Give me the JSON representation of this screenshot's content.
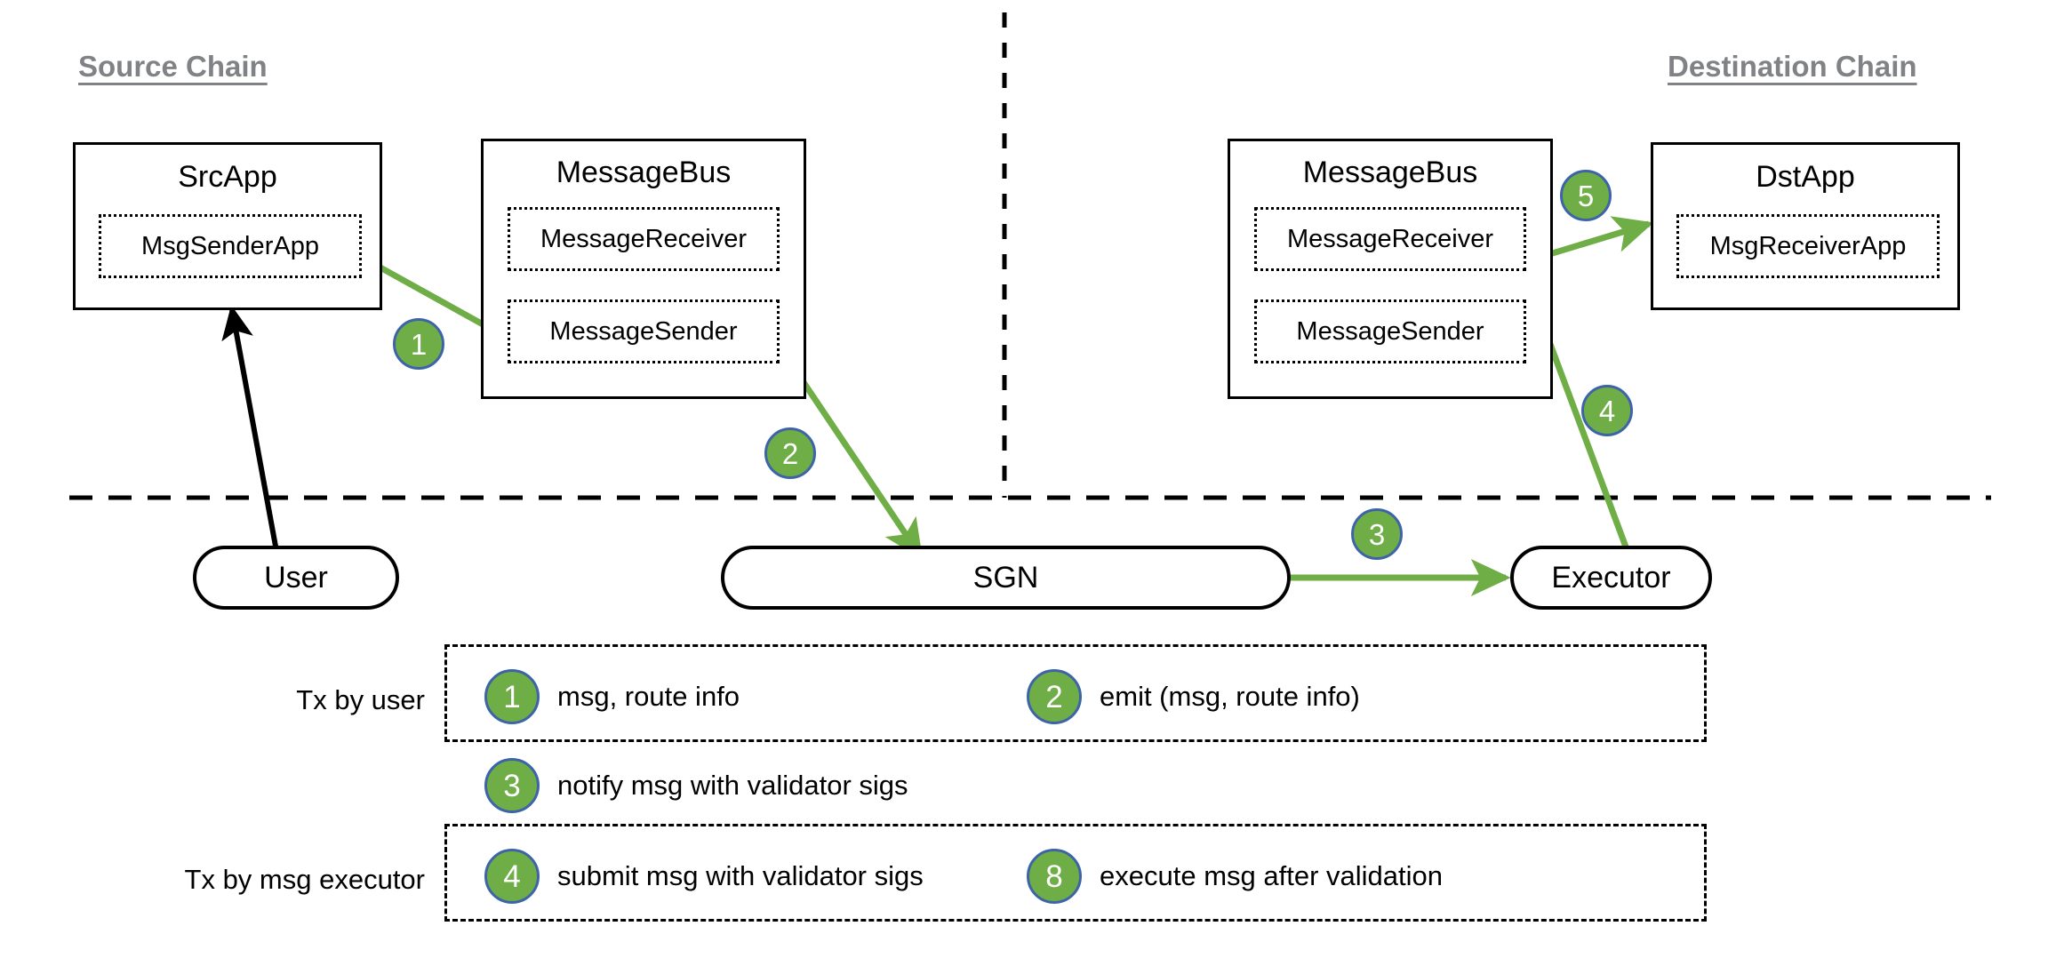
{
  "diagram": {
    "title_source": "Source Chain",
    "title_destination": "Destination Chain",
    "accent_green": "#6FAD46",
    "badge_border": "#3D64A8",
    "title_color": "#808285"
  },
  "source_chain": {
    "src_app": {
      "title": "SrcApp",
      "inner": "MsgSenderApp"
    },
    "message_bus": {
      "title": "MessageBus",
      "receiver": "MessageReceiver",
      "sender": "MessageSender"
    }
  },
  "destination_chain": {
    "message_bus": {
      "title": "MessageBus",
      "receiver": "MessageReceiver",
      "sender": "MessageSender"
    },
    "dst_app": {
      "title": "DstApp",
      "inner": "MsgReceiverApp"
    }
  },
  "offchain": {
    "user": "User",
    "sgn": "SGN",
    "executor": "Executor"
  },
  "flow_badges": {
    "step1": "1",
    "step2": "2",
    "step3": "3",
    "step4": "4",
    "step5": "5"
  },
  "legend": {
    "row_user_label": "Tx by user",
    "row_executor_label": "Tx by msg executor",
    "items": [
      {
        "num": "1",
        "text": "msg, route info"
      },
      {
        "num": "2",
        "text": "emit (msg, route info)"
      },
      {
        "num": "3",
        "text": "notify msg with validator sigs"
      },
      {
        "num": "4",
        "text": "submit msg with validator sigs"
      },
      {
        "num": "8",
        "text": "execute msg after validation"
      }
    ]
  }
}
